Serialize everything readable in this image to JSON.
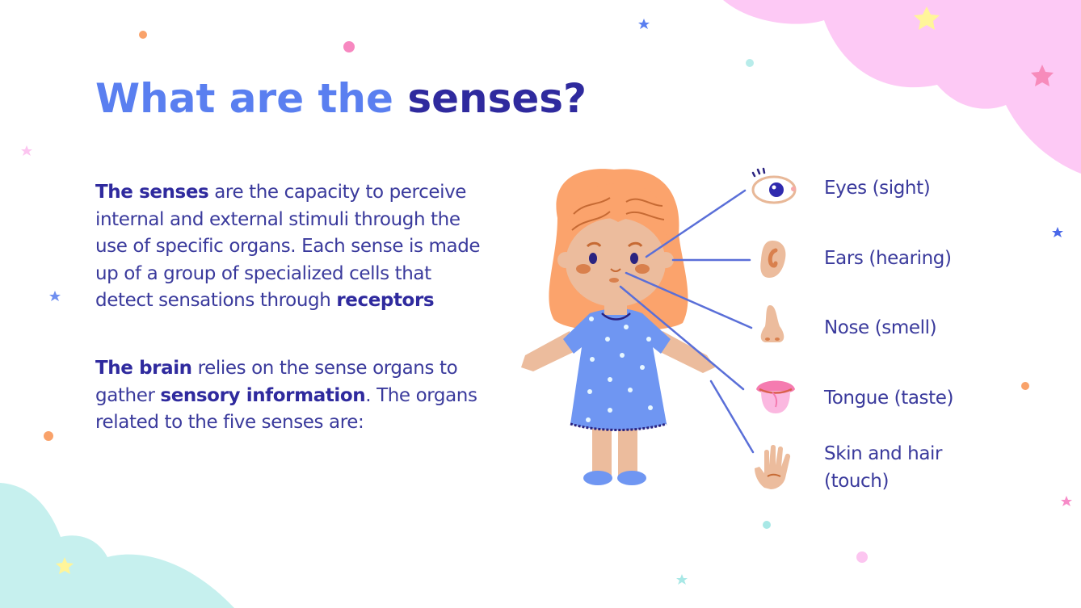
{
  "slide": {
    "title": {
      "part_light": "What are the ",
      "part_dark": "senses?"
    },
    "paragraph1": {
      "bold_lead": "The senses",
      "text_a": " are the capacity to perceive internal and external stimuli through the use of specific organs. Each sense is made up of a group of specialized cells that detect sensations through ",
      "bold_end": "receptors"
    },
    "paragraph2": {
      "bold_lead": "The brain",
      "text_a": " relies on the sense organs to gather ",
      "bold_mid": "sensory information",
      "text_b": ". The organs related to the five senses are:"
    },
    "organs": [
      {
        "icon": "eye-icon",
        "label": "Eyes (sight)"
      },
      {
        "icon": "ear-icon",
        "label": "Ears (hearing)"
      },
      {
        "icon": "nose-icon",
        "label": "Nose (smell)"
      },
      {
        "icon": "tongue-icon",
        "label": "Tongue (taste)"
      },
      {
        "icon": "hand-icon",
        "label_line1": "Skin and hair",
        "label_line2": "(touch)"
      }
    ],
    "colors": {
      "title_light": "#5a7ff0",
      "title_dark": "#2f2a9e",
      "body_text": "#3a3a9c",
      "connector": "#5a6fd8",
      "cloud_pink": "#fdc9f5",
      "cloud_teal": "#c6f0ee",
      "hair": "#fba36c",
      "skin": "#ecbc9d",
      "dress": "#6f96f2"
    }
  }
}
